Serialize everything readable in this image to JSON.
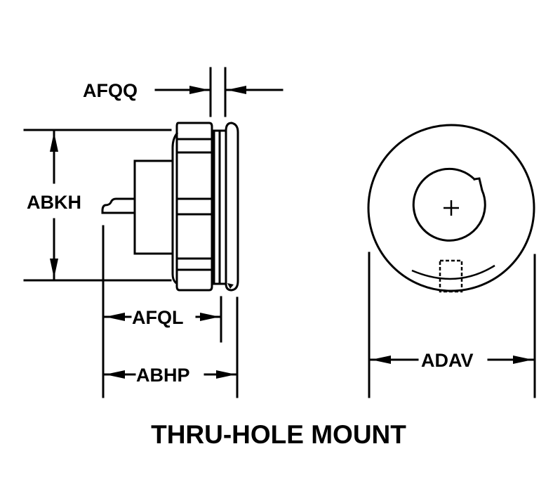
{
  "dimensions": {
    "afqq": "AFQQ",
    "abkh": "ABKH",
    "afql": "AFQL",
    "abhp": "ABHP",
    "adav": "ADAV"
  },
  "title": "THRU-HOLE MOUNT"
}
